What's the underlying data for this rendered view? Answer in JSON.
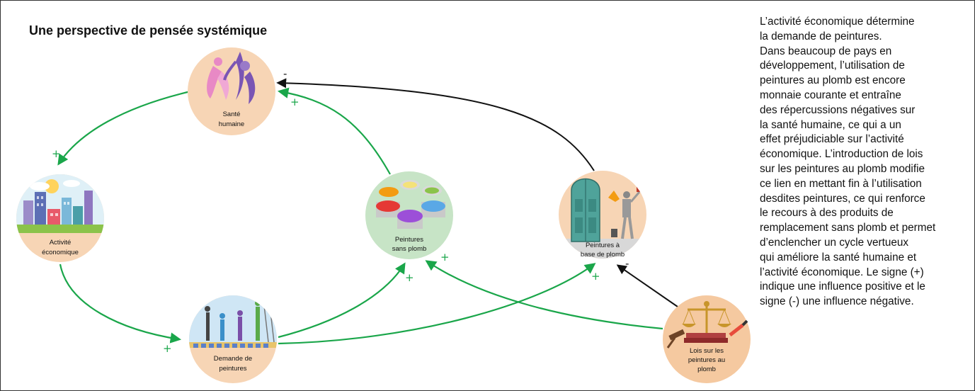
{
  "title": "Une perspective de pensée systémique",
  "colors": {
    "positive": "#1aa64a",
    "negative": "#111111",
    "node_peach": "#f7d5b5",
    "node_green": "#c7e4c6",
    "node_orange": "#f5c9a0"
  },
  "nodes": {
    "sante": {
      "label_lines": [
        "Santé",
        "humaine"
      ],
      "icon": "dancing-people-icon"
    },
    "activite": {
      "label_lines": [
        "Activité",
        "économique"
      ],
      "icon": "city-skyline-icon"
    },
    "demande": {
      "label_lines": [
        "Demande de",
        "peintures"
      ],
      "icon": "painters-icon"
    },
    "sans_plomb": {
      "label_lines": [
        "Peintures",
        "sans plomb"
      ],
      "icon": "paint-cans-icon"
    },
    "base_plomb": {
      "label_lines": [
        "Peintures à",
        "base de plomb"
      ],
      "icon": "door-painter-icon"
    },
    "lois": {
      "label_lines": [
        "Lois sur les",
        "peintures au",
        "plomb"
      ],
      "icon": "scales-of-justice-icon"
    }
  },
  "links": [
    {
      "id": "sante-activite",
      "sign": "+",
      "polarity": "positive"
    },
    {
      "id": "activite-demande",
      "sign": "+",
      "polarity": "positive"
    },
    {
      "id": "demande-sansplomb",
      "sign": "+",
      "polarity": "positive"
    },
    {
      "id": "demande-baseplomb",
      "sign": "+",
      "polarity": "positive"
    },
    {
      "id": "sansplomb-sante",
      "sign": "+",
      "polarity": "positive"
    },
    {
      "id": "lois-sansplomb",
      "sign": "+",
      "polarity": "positive"
    },
    {
      "id": "baseplomb-sante",
      "sign": "-",
      "polarity": "negative"
    },
    {
      "id": "lois-baseplomb",
      "sign": "-",
      "polarity": "negative"
    }
  ],
  "side_text": [
    "L’activité économique détermine",
    "la demande de peintures.",
    "Dans beaucoup de pays en",
    "développement, l’utilisation de",
    "peintures au plomb est encore",
    "monnaie courante et entraîne",
    "des répercussions négatives sur",
    "la santé humaine, ce qui a un",
    "effet préjudiciable sur l’activité",
    "économique. L’introduction de lois",
    "sur les peintures au plomb modifie",
    "ce lien en mettant fin à l’utilisation",
    "desdites peintures, ce qui renforce",
    "le recours à des produits de",
    "remplacement sans plomb et permet",
    "d’enclencher un cycle vertueux",
    "qui améliore la santé humaine et",
    "l’activité économique. Le signe (+)",
    "indique une influence positive et le",
    "signe (-) une influence négative."
  ]
}
